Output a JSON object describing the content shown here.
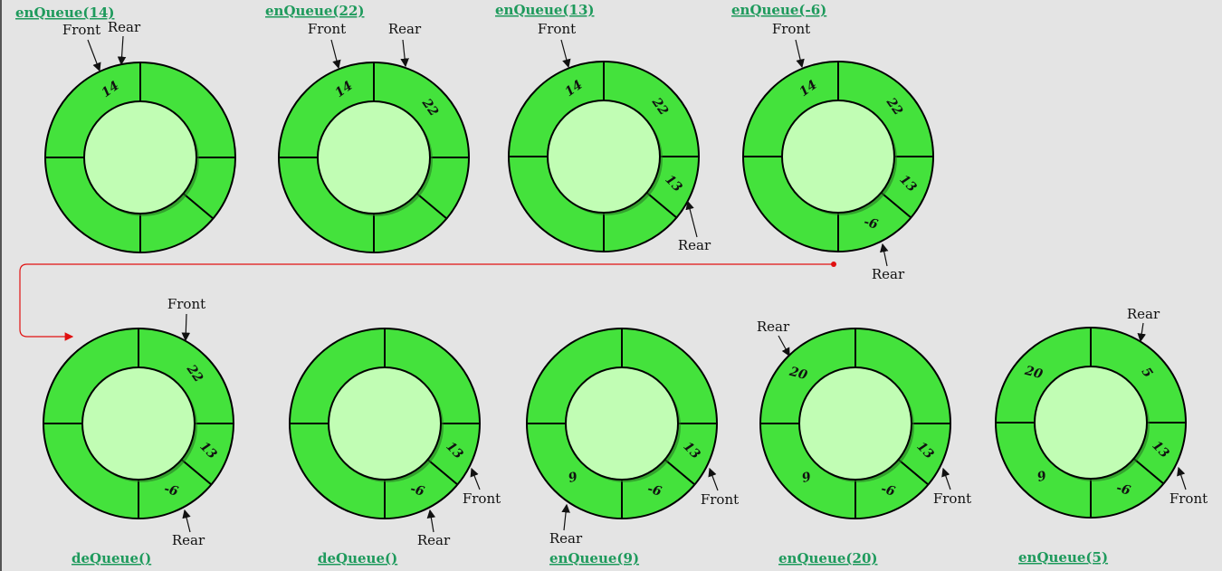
{
  "colors": {
    "ring": "#44e23c",
    "inner": "#c1fdb4",
    "title": "#1e9a5c",
    "connector": "#e01010"
  },
  "labels": {
    "front": "Front",
    "rear": "Rear"
  },
  "steps": [
    {
      "title": "enQueue(14)",
      "values": [
        "14",
        "",
        "",
        "",
        ""
      ],
      "front": true,
      "rear": true
    },
    {
      "title": "enQueue(22)",
      "values": [
        "14",
        "22",
        "",
        "",
        ""
      ],
      "front": true,
      "rear": true
    },
    {
      "title": "enQueue(13)",
      "values": [
        "14",
        "22",
        "13",
        "",
        ""
      ],
      "front": true,
      "rear": true
    },
    {
      "title": "enQueue(-6)",
      "values": [
        "14",
        "22",
        "13",
        "-6",
        ""
      ],
      "front": true,
      "rear": true
    },
    {
      "title": "deQueue()",
      "values": [
        "",
        "22",
        "13",
        "-6",
        ""
      ],
      "front": true,
      "rear": true
    },
    {
      "title": "deQueue()",
      "values": [
        "",
        "",
        "13",
        "-6",
        ""
      ],
      "front": true,
      "rear": true
    },
    {
      "title": "enQueue(9)",
      "values": [
        "",
        "",
        "13",
        "-6",
        "9"
      ],
      "front": true,
      "rear": true
    },
    {
      "title": "enQueue(20)",
      "values": [
        "20",
        "",
        "13",
        "-6",
        "9"
      ],
      "front": true,
      "rear": true
    },
    {
      "title": "enQueue(5)",
      "values": [
        "20",
        "5",
        "13",
        "-6",
        "9"
      ],
      "front": true,
      "rear": true
    }
  ]
}
